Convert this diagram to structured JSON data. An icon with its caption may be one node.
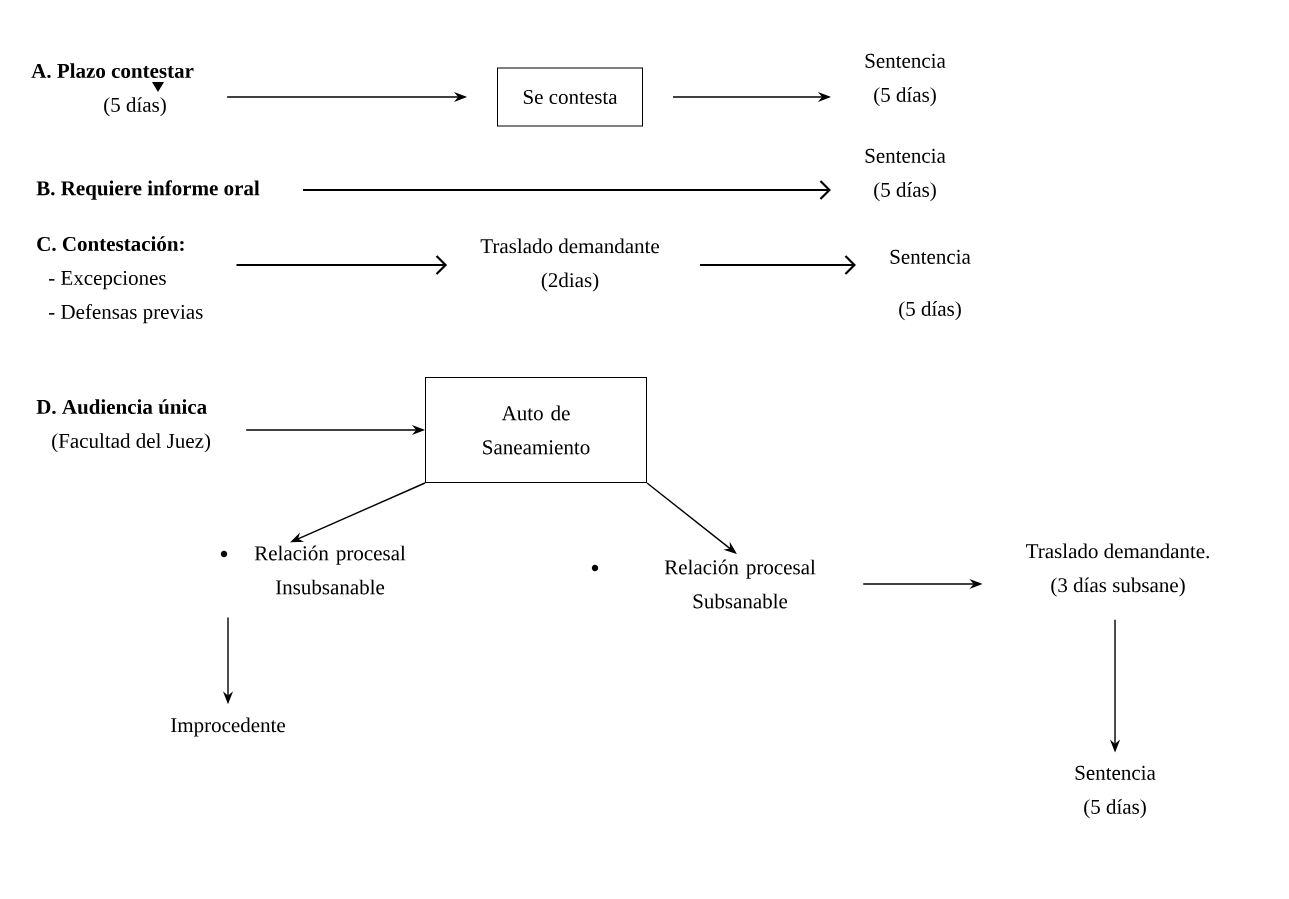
{
  "diagram": {
    "nodes": [
      {
        "text": [
          "A. Plazo contestar",
          "(5 días)"
        ]
      },
      {
        "text": [
          "Se contesta"
        ]
      },
      {
        "text": [
          "Sentencia",
          "(5 días)"
        ]
      },
      {
        "text": [
          "B. Requiere informe oral"
        ]
      },
      {
        "text": [
          "Sentencia",
          "(5 días)"
        ]
      },
      {
        "text": [
          "C. Contestación:",
          "- Excepciones",
          "- Defensas previas"
        ]
      },
      {
        "text": [
          "Traslado demandante",
          "(2dias)"
        ]
      },
      {
        "text": [
          "Sentencia",
          "(5 días)"
        ]
      },
      {
        "text": [
          "D.  Audiencia única",
          "(Facultad del Juez)"
        ]
      },
      {
        "text": [
          "Auto de Saneamiento"
        ]
      },
      {
        "text": [
          "Relación procesal Insubsanable"
        ]
      },
      {
        "text": [
          "Relación procesal Subsanable"
        ]
      },
      {
        "text": [
          "Traslado demandante.",
          "(3 días subsane)"
        ]
      },
      {
        "text": [
          "Improcedente"
        ]
      },
      {
        "text": [
          "Sentencia",
          "(5 días)"
        ]
      }
    ],
    "edges": [
      {
        "from": 0,
        "to": 1,
        "arrow": "to"
      },
      {
        "from": 1,
        "to": 2,
        "arrow": "to"
      },
      {
        "from": 3,
        "to": 4,
        "arrow": "to"
      },
      {
        "from": 5,
        "to": 6,
        "arrow": "to"
      },
      {
        "from": 6,
        "to": 7,
        "arrow": "to"
      },
      {
        "from": 8,
        "to": 9,
        "arrow": "to"
      },
      {
        "from": 9,
        "to": 10,
        "arrow": "to"
      },
      {
        "from": 9,
        "to": 11,
        "arrow": "to"
      },
      {
        "from": 11,
        "to": 12,
        "arrow": "to"
      },
      {
        "from": 10,
        "to": 13,
        "arrow": "to"
      },
      {
        "from": 12,
        "to": 14,
        "arrow": "to"
      }
    ]
  }
}
